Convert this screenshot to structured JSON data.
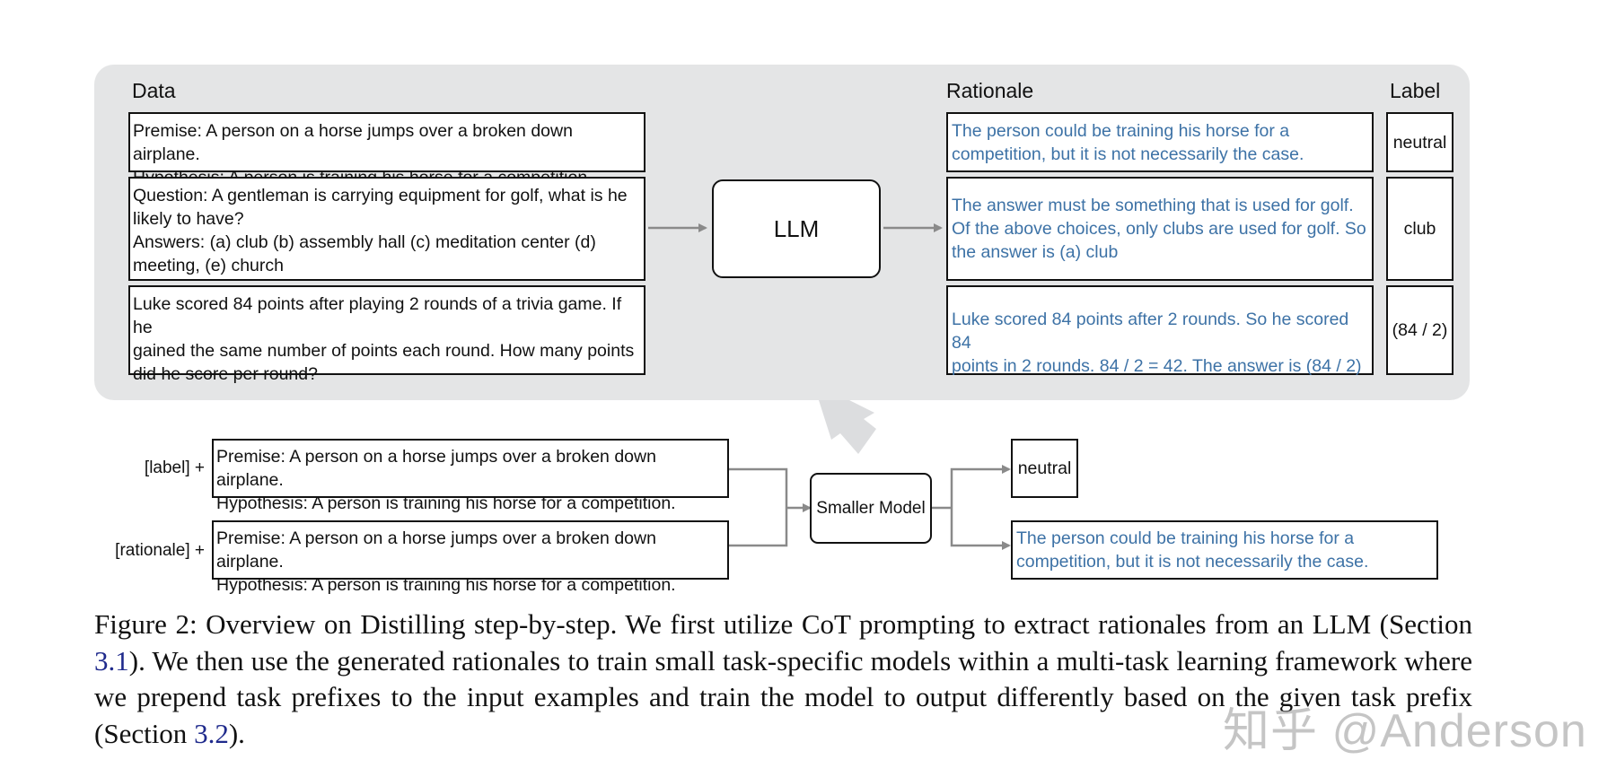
{
  "headers": {
    "data": "Data",
    "rationale": "Rationale",
    "label": "Label"
  },
  "data_boxes": [
    {
      "lines": [
        "Premise: A person on a horse jumps over a broken down airplane.",
        "Hypothesis: A person is training his horse for a competition."
      ]
    },
    {
      "lines": [
        "Question: A gentleman is carrying equipment for golf, what is he",
        "likely to have?",
        "Answers: (a) club (b) assembly hall (c) meditation center (d)",
        "meeting, (e) church"
      ]
    },
    {
      "lines": [
        "Luke scored 84 points after playing 2 rounds of a trivia game. If he",
        "gained the same number of points each round. How many points",
        "did he score per round?"
      ]
    }
  ],
  "llm_label": "LLM",
  "rationale_boxes": [
    {
      "lines": [
        "The person could be training his horse for a",
        "competition, but it is not necessarily the case."
      ]
    },
    {
      "lines": [
        "The answer must be something that is used for golf.",
        "Of the above choices, only clubs are used for golf. So",
        "the answer is (a) club"
      ]
    },
    {
      "lines": [
        "Luke scored 84 points after 2 rounds. So he scored 84",
        "points in 2 rounds. 84 / 2 = 42. The answer is (84 / 2)"
      ]
    }
  ],
  "label_boxes": [
    "neutral",
    "club",
    "(84 / 2)"
  ],
  "training": {
    "prefix_label": "[label] +",
    "prefix_rationale": "[rationale] +",
    "input_lines": [
      "Premise: A person on a horse jumps over a broken down airplane.",
      "Hypothesis: A person is training his horse for a competition."
    ],
    "model_label": "Smaller Model",
    "output_label": "neutral",
    "output_rationale_lines": [
      "The person could be training his horse for a",
      "competition, but it is not necessarily the case."
    ]
  },
  "caption": {
    "part1": "Figure 2: Overview on Distilling step-by-step. We first utilize CoT prompting to extract rationales from an LLM (Section ",
    "ref1": "3.1",
    "part2": "). We then use the generated rationales to train small task-specific models within a multi-task learning framework where we prepend task prefixes to the input examples and train the model to output differently based on the given task prefix (Section ",
    "ref2": "3.2",
    "part3": ")."
  },
  "watermark": "知乎 @Anderson",
  "colors": {
    "panel": "#e4e5e6",
    "rationale_text": "#3d72a6",
    "arrow": "#8a8a8a",
    "caption_ref": "#1f2a8c"
  }
}
